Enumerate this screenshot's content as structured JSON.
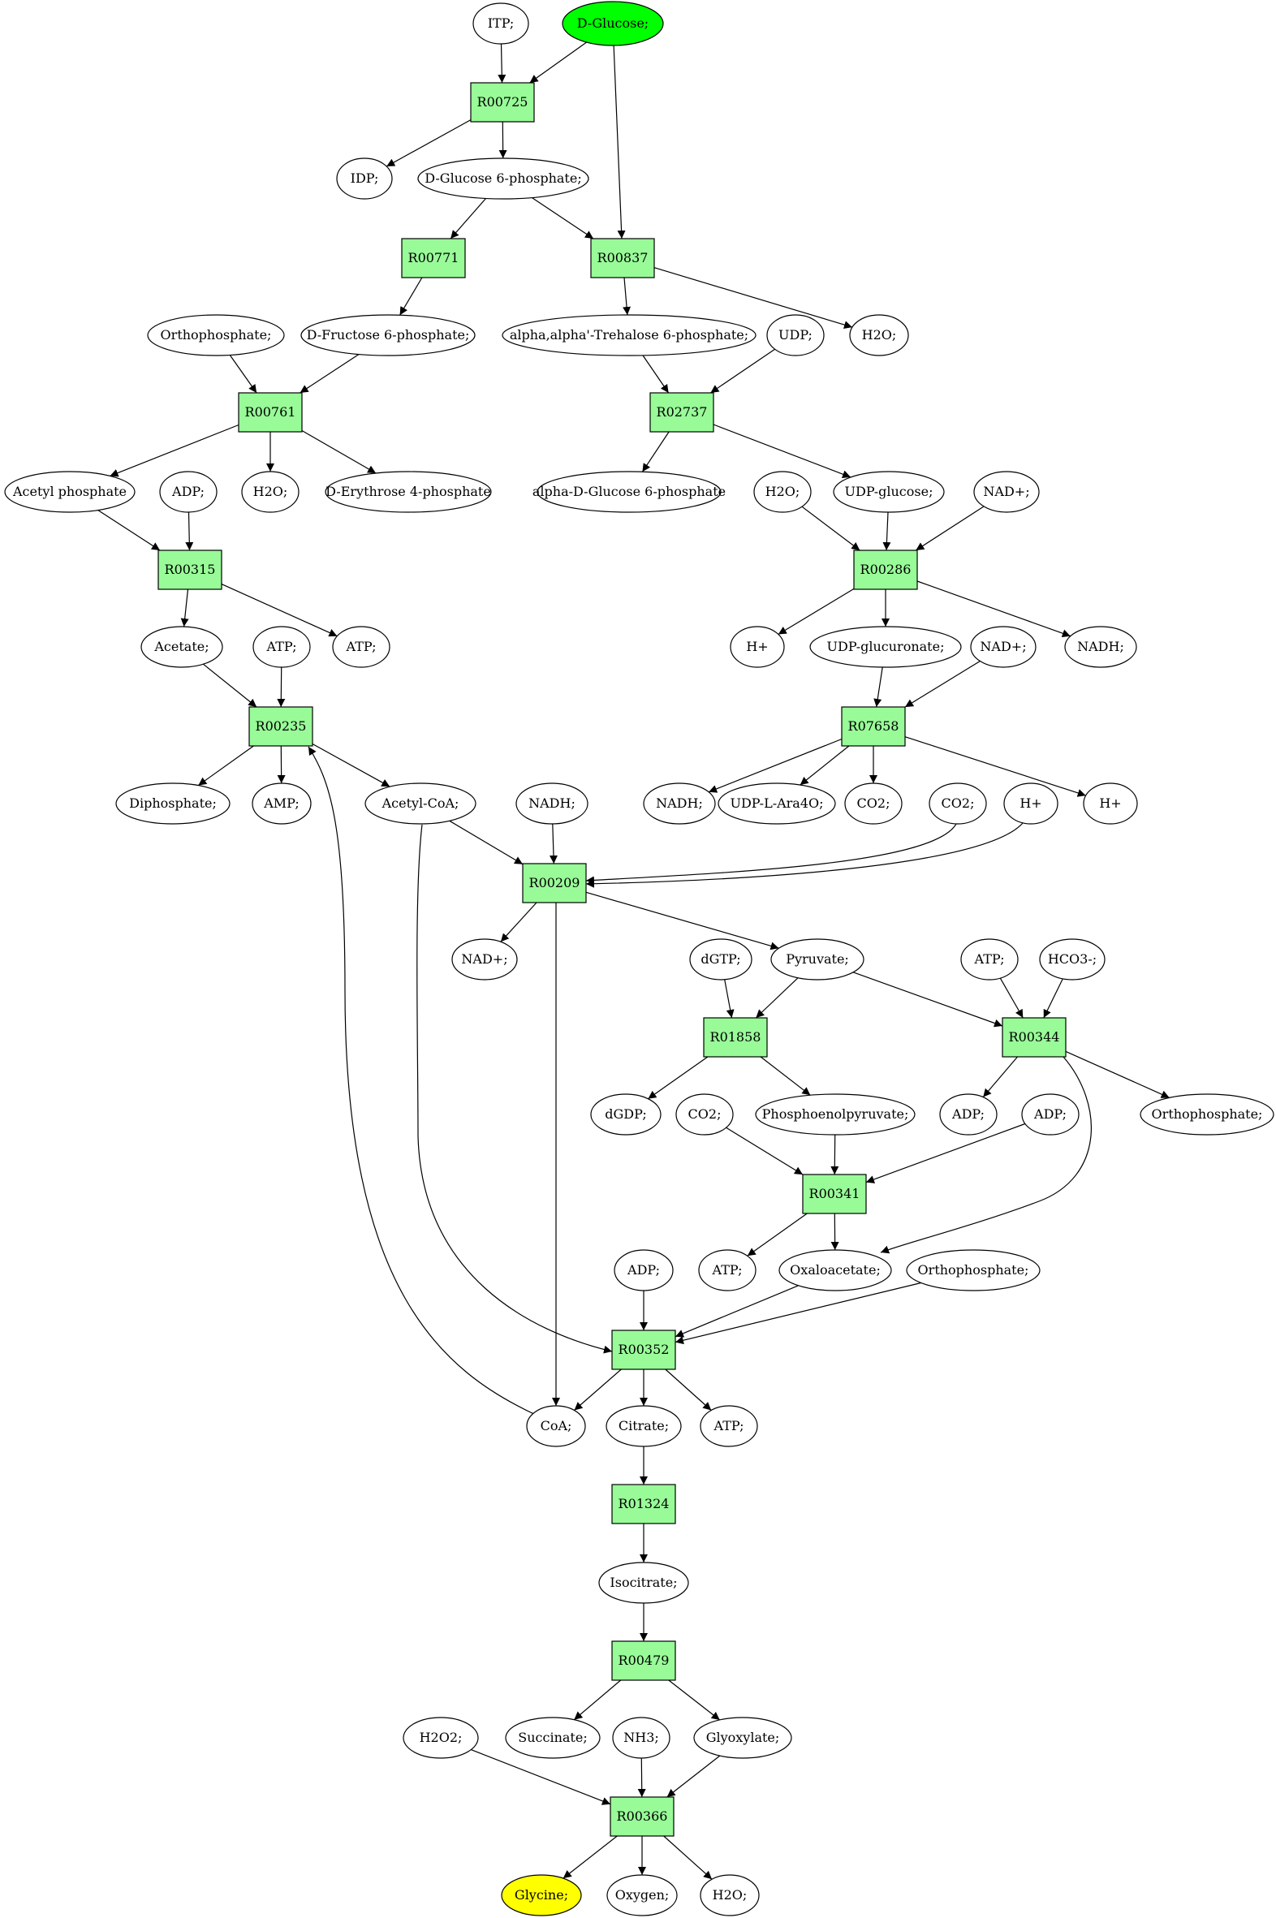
{
  "colors": {
    "reaction_fill": "#98fb98",
    "source_fill": "#00ff00",
    "target_fill": "#ffff00",
    "compound_fill": "#ffffff",
    "stroke": "#000000"
  },
  "nodes": [
    {
      "id": "itp",
      "label": "ITP;",
      "kind": "compound"
    },
    {
      "id": "dglucose",
      "label": "D-Glucose;",
      "kind": "source"
    },
    {
      "id": "r00725",
      "label": "R00725",
      "kind": "reaction"
    },
    {
      "id": "idp",
      "label": "IDP;",
      "kind": "compound"
    },
    {
      "id": "g6p",
      "label": "D-Glucose 6-phosphate;",
      "kind": "compound"
    },
    {
      "id": "r00771",
      "label": "R00771",
      "kind": "reaction"
    },
    {
      "id": "r00837",
      "label": "R00837",
      "kind": "reaction"
    },
    {
      "id": "ortho1",
      "label": "Orthophosphate;",
      "kind": "compound"
    },
    {
      "id": "f6p",
      "label": "D-Fructose 6-phosphate;",
      "kind": "compound"
    },
    {
      "id": "t6p",
      "label": "alpha,alpha'-Trehalose 6-phosphate;",
      "kind": "compound"
    },
    {
      "id": "udp",
      "label": "UDP;",
      "kind": "compound"
    },
    {
      "id": "h2o_a",
      "label": "H2O;",
      "kind": "compound"
    },
    {
      "id": "r00761",
      "label": "R00761",
      "kind": "reaction"
    },
    {
      "id": "r02737",
      "label": "R02737",
      "kind": "reaction"
    },
    {
      "id": "acetylp",
      "label": "Acetyl phosphate",
      "kind": "compound"
    },
    {
      "id": "adp1",
      "label": "ADP;",
      "kind": "compound"
    },
    {
      "id": "h2o_b",
      "label": "H2O;",
      "kind": "compound"
    },
    {
      "id": "e4p",
      "label": "D-Erythrose 4-phosphate",
      "kind": "compound"
    },
    {
      "id": "adg6p",
      "label": "alpha-D-Glucose 6-phosphate",
      "kind": "compound"
    },
    {
      "id": "h2o_c",
      "label": "H2O;",
      "kind": "compound"
    },
    {
      "id": "udpglc",
      "label": "UDP-glucose;",
      "kind": "compound"
    },
    {
      "id": "nad1",
      "label": "NAD+;",
      "kind": "compound"
    },
    {
      "id": "r00315",
      "label": "R00315",
      "kind": "reaction"
    },
    {
      "id": "r00286",
      "label": "R00286",
      "kind": "reaction"
    },
    {
      "id": "acetate",
      "label": "Acetate;",
      "kind": "compound"
    },
    {
      "id": "atp1",
      "label": "ATP;",
      "kind": "compound"
    },
    {
      "id": "atp2",
      "label": "ATP;",
      "kind": "compound"
    },
    {
      "id": "hplus1",
      "label": "H+",
      "kind": "compound"
    },
    {
      "id": "udpglcua",
      "label": "UDP-glucuronate;",
      "kind": "compound"
    },
    {
      "id": "nad2",
      "label": "NAD+;",
      "kind": "compound"
    },
    {
      "id": "nadh1",
      "label": "NADH;",
      "kind": "compound"
    },
    {
      "id": "r00235",
      "label": "R00235",
      "kind": "reaction"
    },
    {
      "id": "r07658",
      "label": "R07658",
      "kind": "reaction"
    },
    {
      "id": "diphos",
      "label": "Diphosphate;",
      "kind": "compound"
    },
    {
      "id": "amp",
      "label": "AMP;",
      "kind": "compound"
    },
    {
      "id": "acetylcoa",
      "label": "Acetyl-CoA;",
      "kind": "compound"
    },
    {
      "id": "nadh2",
      "label": "NADH;",
      "kind": "compound"
    },
    {
      "id": "nadh3",
      "label": "NADH;",
      "kind": "compound"
    },
    {
      "id": "udpara",
      "label": "UDP-L-Ara4O;",
      "kind": "compound"
    },
    {
      "id": "co2a",
      "label": "CO2;",
      "kind": "compound"
    },
    {
      "id": "co2b",
      "label": "CO2;",
      "kind": "compound"
    },
    {
      "id": "hplus2",
      "label": "H+",
      "kind": "compound"
    },
    {
      "id": "hplus3",
      "label": "H+",
      "kind": "compound"
    },
    {
      "id": "r00209",
      "label": "R00209",
      "kind": "reaction"
    },
    {
      "id": "nad3",
      "label": "NAD+;",
      "kind": "compound"
    },
    {
      "id": "dgtp",
      "label": "dGTP;",
      "kind": "compound"
    },
    {
      "id": "pyruvate",
      "label": "Pyruvate;",
      "kind": "compound"
    },
    {
      "id": "atp3",
      "label": "ATP;",
      "kind": "compound"
    },
    {
      "id": "hco3",
      "label": "HCO3-;",
      "kind": "compound"
    },
    {
      "id": "r01858",
      "label": "R01858",
      "kind": "reaction"
    },
    {
      "id": "r00344",
      "label": "R00344",
      "kind": "reaction"
    },
    {
      "id": "dgdp",
      "label": "dGDP;",
      "kind": "compound"
    },
    {
      "id": "co2c",
      "label": "CO2;",
      "kind": "compound"
    },
    {
      "id": "pep",
      "label": "Phosphoenolpyruvate;",
      "kind": "compound"
    },
    {
      "id": "adp2",
      "label": "ADP;",
      "kind": "compound"
    },
    {
      "id": "adp3",
      "label": "ADP;",
      "kind": "compound"
    },
    {
      "id": "ortho2",
      "label": "Orthophosphate;",
      "kind": "compound"
    },
    {
      "id": "r00341",
      "label": "R00341",
      "kind": "reaction"
    },
    {
      "id": "adp4",
      "label": "ADP;",
      "kind": "compound"
    },
    {
      "id": "atp4",
      "label": "ATP;",
      "kind": "compound"
    },
    {
      "id": "oxaloacetate",
      "label": "Oxaloacetate;",
      "kind": "compound"
    },
    {
      "id": "ortho3",
      "label": "Orthophosphate;",
      "kind": "compound"
    },
    {
      "id": "r00352",
      "label": "R00352",
      "kind": "reaction"
    },
    {
      "id": "coa",
      "label": "CoA;",
      "kind": "compound"
    },
    {
      "id": "citrate",
      "label": "Citrate;",
      "kind": "compound"
    },
    {
      "id": "atp5",
      "label": "ATP;",
      "kind": "compound"
    },
    {
      "id": "r01324",
      "label": "R01324",
      "kind": "reaction"
    },
    {
      "id": "isocitrate",
      "label": "Isocitrate;",
      "kind": "compound"
    },
    {
      "id": "r00479",
      "label": "R00479",
      "kind": "reaction"
    },
    {
      "id": "h2o2",
      "label": "H2O2;",
      "kind": "compound"
    },
    {
      "id": "succinate",
      "label": "Succinate;",
      "kind": "compound"
    },
    {
      "id": "nh3",
      "label": "NH3;",
      "kind": "compound"
    },
    {
      "id": "glyoxylate",
      "label": "Glyoxylate;",
      "kind": "compound"
    },
    {
      "id": "r00366",
      "label": "R00366",
      "kind": "reaction"
    },
    {
      "id": "glycine",
      "label": "Glycine;",
      "kind": "target"
    },
    {
      "id": "oxygen",
      "label": "Oxygen;",
      "kind": "compound"
    },
    {
      "id": "h2o_d",
      "label": "H2O;",
      "kind": "compound"
    }
  ],
  "edges": [
    [
      "itp",
      "r00725"
    ],
    [
      "dglucose",
      "r00725"
    ],
    [
      "dglucose",
      "r00837"
    ],
    [
      "r00725",
      "idp"
    ],
    [
      "r00725",
      "g6p"
    ],
    [
      "g6p",
      "r00771"
    ],
    [
      "g6p",
      "r00837"
    ],
    [
      "r00771",
      "f6p"
    ],
    [
      "r00837",
      "t6p"
    ],
    [
      "r00837",
      "h2o_a"
    ],
    [
      "ortho1",
      "r00761"
    ],
    [
      "f6p",
      "r00761"
    ],
    [
      "t6p",
      "r02737"
    ],
    [
      "udp",
      "r02737"
    ],
    [
      "r00761",
      "acetylp"
    ],
    [
      "r00761",
      "h2o_b"
    ],
    [
      "r00761",
      "e4p"
    ],
    [
      "r02737",
      "adg6p"
    ],
    [
      "r02737",
      "udpglc"
    ],
    [
      "acetylp",
      "r00315"
    ],
    [
      "adp1",
      "r00315"
    ],
    [
      "h2o_c",
      "r00286"
    ],
    [
      "udpglc",
      "r00286"
    ],
    [
      "nad1",
      "r00286"
    ],
    [
      "r00315",
      "acetate"
    ],
    [
      "r00315",
      "atp2"
    ],
    [
      "r00286",
      "hplus1"
    ],
    [
      "r00286",
      "udpglcua"
    ],
    [
      "r00286",
      "nadh1"
    ],
    [
      "acetate",
      "r00235"
    ],
    [
      "atp1",
      "r00235"
    ],
    [
      "udpglcua",
      "r07658"
    ],
    [
      "nad2",
      "r07658"
    ],
    [
      "r00235",
      "diphos"
    ],
    [
      "r00235",
      "amp"
    ],
    [
      "r00235",
      "acetylcoa"
    ],
    [
      "r07658",
      "nadh3"
    ],
    [
      "r07658",
      "udpara"
    ],
    [
      "r07658",
      "co2a"
    ],
    [
      "r07658",
      "hplus3"
    ],
    [
      "acetylcoa",
      "r00209"
    ],
    [
      "nadh2",
      "r00209"
    ],
    [
      "co2b",
      "r00209"
    ],
    [
      "hplus2",
      "r00209"
    ],
    [
      "r00209",
      "nad3"
    ],
    [
      "r00209",
      "pyruvate"
    ],
    [
      "r00209",
      "coa"
    ],
    [
      "dgtp",
      "r01858"
    ],
    [
      "pyruvate",
      "r01858"
    ],
    [
      "pyruvate",
      "r00344"
    ],
    [
      "atp3",
      "r00344"
    ],
    [
      "hco3",
      "r00344"
    ],
    [
      "r01858",
      "dgdp"
    ],
    [
      "r01858",
      "pep"
    ],
    [
      "r00344",
      "adp2"
    ],
    [
      "r00344",
      "ortho2"
    ],
    [
      "r00344",
      "oxaloacetate"
    ],
    [
      "co2c",
      "r00341"
    ],
    [
      "pep",
      "r00341"
    ],
    [
      "adp3",
      "r00341"
    ],
    [
      "r00341",
      "atp4"
    ],
    [
      "r00341",
      "oxaloacetate"
    ],
    [
      "adp4",
      "r00352"
    ],
    [
      "acetylcoa",
      "r00352"
    ],
    [
      "oxaloacetate",
      "r00352"
    ],
    [
      "ortho3",
      "r00352"
    ],
    [
      "r00352",
      "coa"
    ],
    [
      "r00352",
      "citrate"
    ],
    [
      "r00352",
      "atp5"
    ],
    [
      "coa",
      "r00235"
    ],
    [
      "citrate",
      "r01324"
    ],
    [
      "r01324",
      "isocitrate"
    ],
    [
      "isocitrate",
      "r00479"
    ],
    [
      "r00479",
      "succinate"
    ],
    [
      "r00479",
      "glyoxylate"
    ],
    [
      "h2o2",
      "r00366"
    ],
    [
      "nh3",
      "r00366"
    ],
    [
      "glyoxylate",
      "r00366"
    ],
    [
      "r00366",
      "glycine"
    ],
    [
      "r00366",
      "oxygen"
    ],
    [
      "r00366",
      "h2o_d"
    ]
  ]
}
